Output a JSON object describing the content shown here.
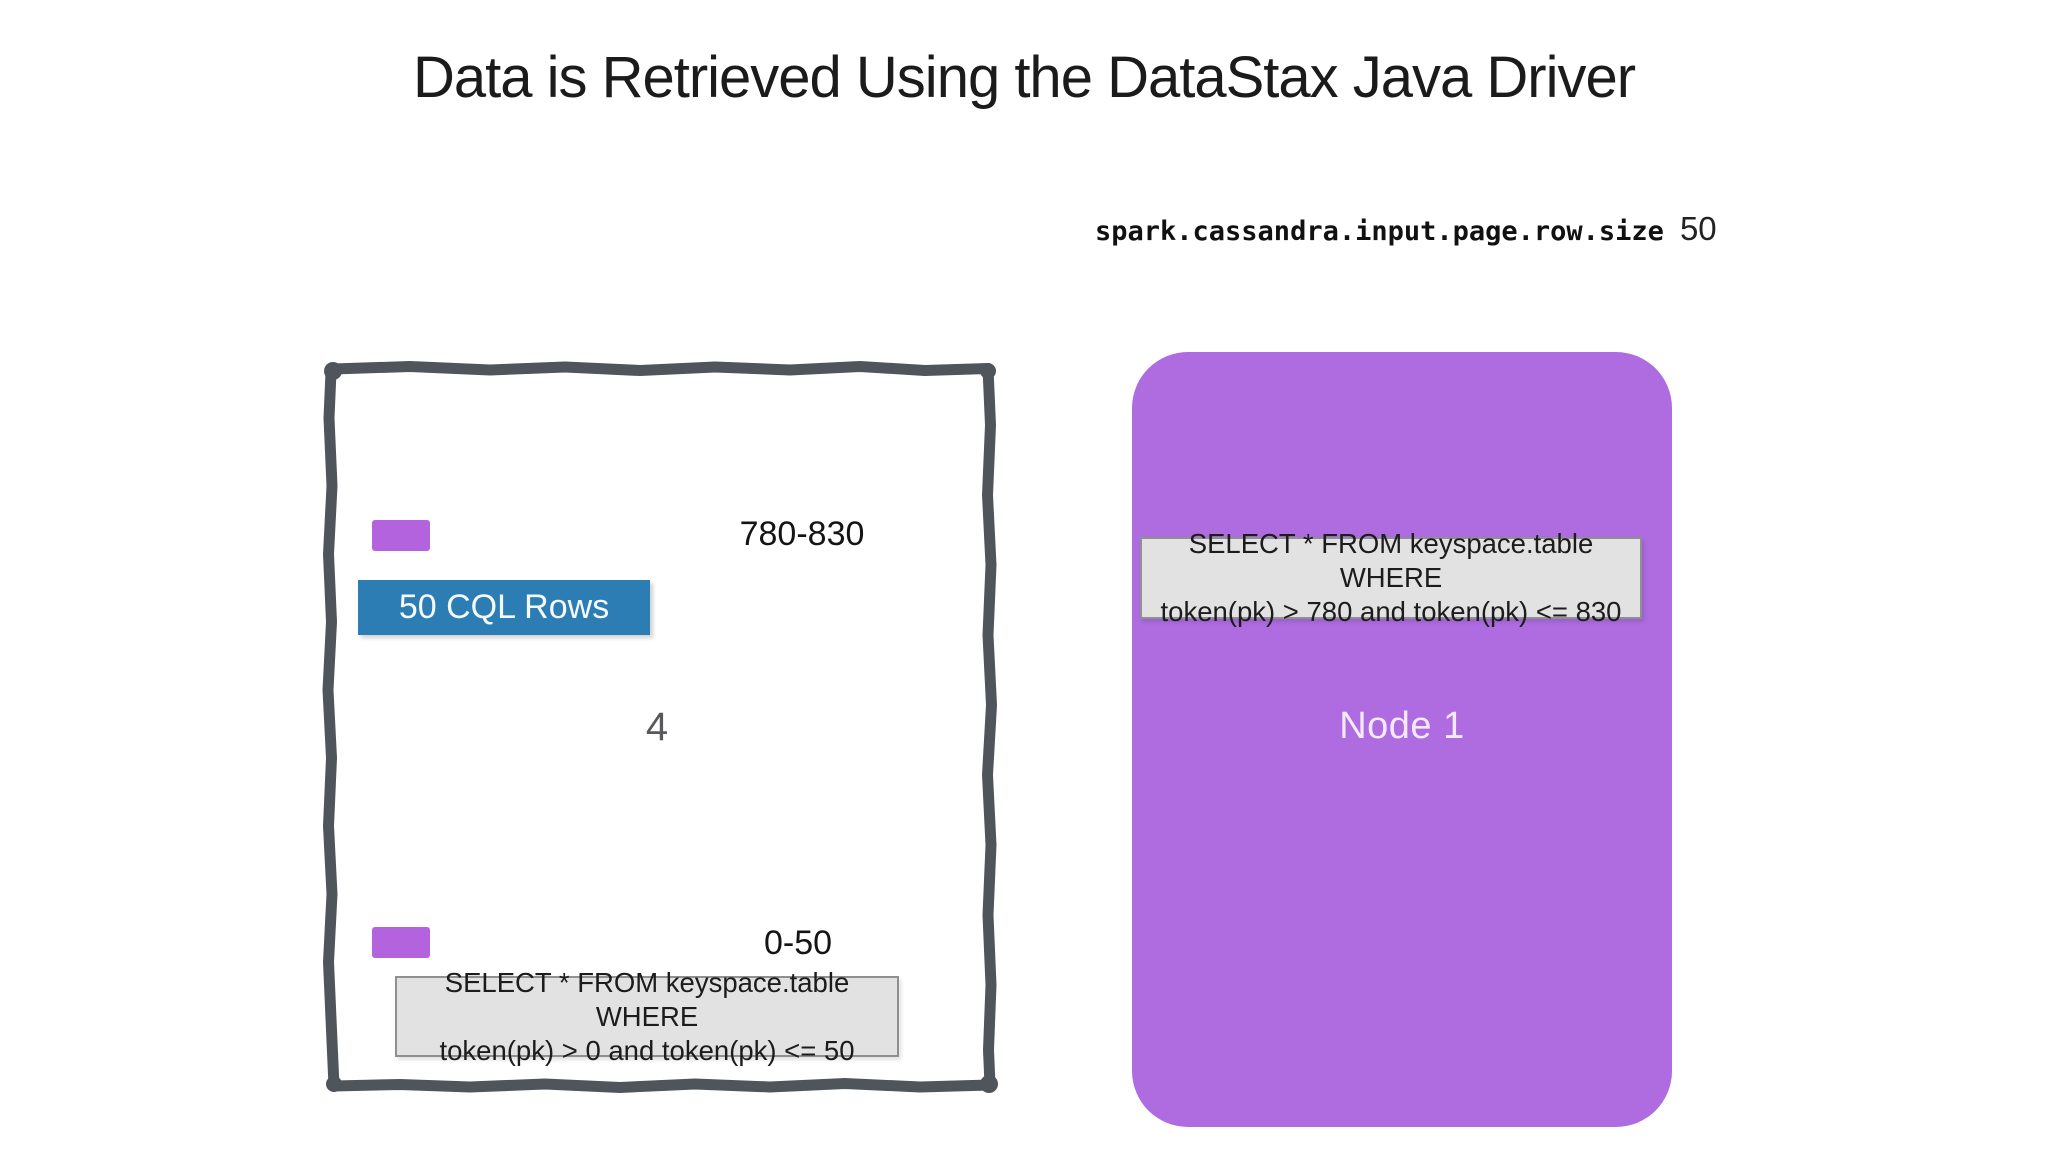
{
  "slide": {
    "title": "Data is Retrieved Using the DataStax Java Driver",
    "config": {
      "key": "spark.cassandra.input.page.row.size",
      "value": "50"
    },
    "partition_box": {
      "range_top": "780-830",
      "cql_rows": "50 CQL Rows",
      "count": "4",
      "range_bottom": "0-50",
      "query_line1": "SELECT * FROM keyspace.table WHERE",
      "query_line2": "token(pk) > 0 and token(pk) <= 50"
    },
    "node_box": {
      "name": "Node 1",
      "query_line1": "SELECT * FROM keyspace.table WHERE",
      "query_line2": "token(pk) > 780 and token(pk) <= 830"
    },
    "colors": {
      "node_purple": "#af6ce1",
      "chip_purple": "#b363de",
      "cql_blue": "#2d7db5",
      "sketch_border": "#50555b",
      "query_bg": "#e2e2e2"
    }
  }
}
